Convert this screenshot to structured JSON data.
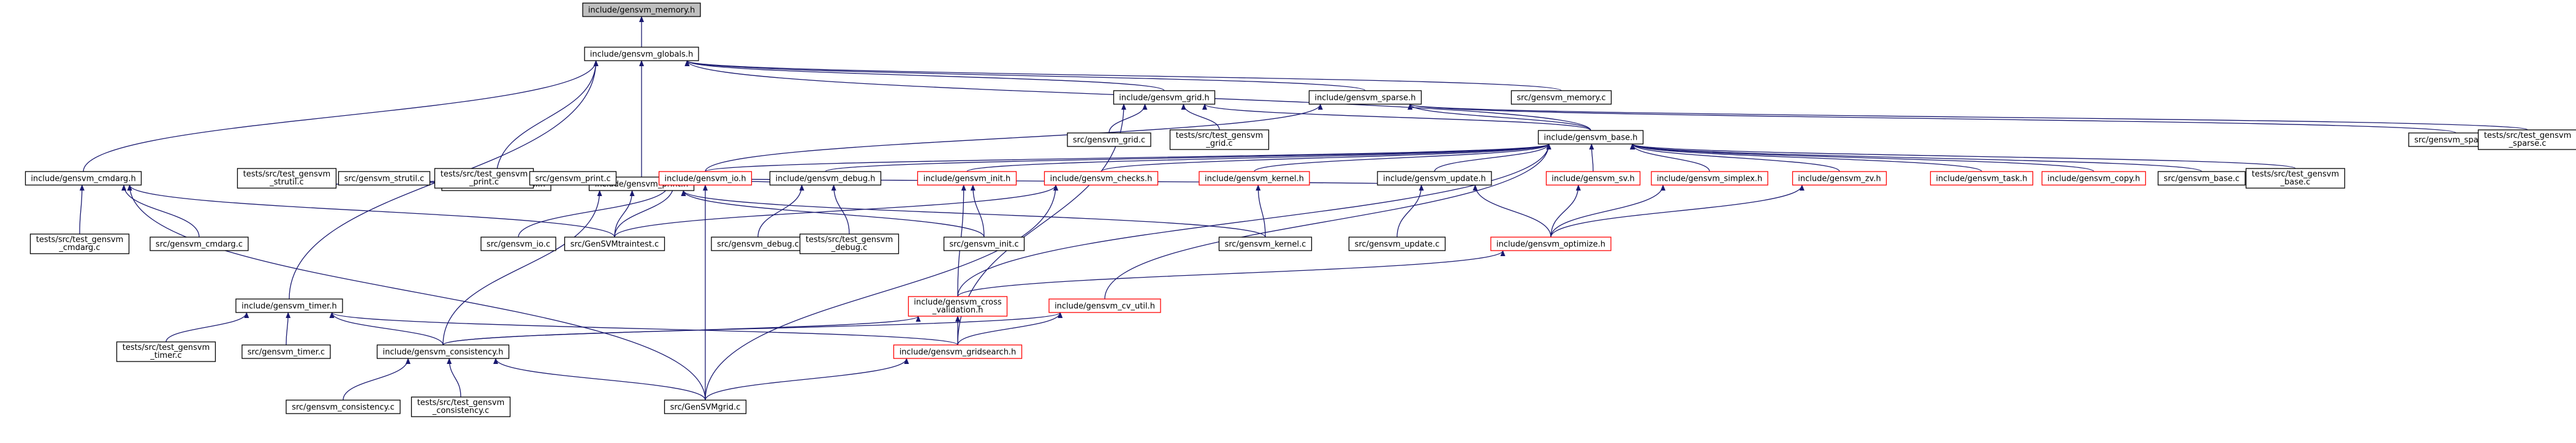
{
  "colors": {
    "edge": "#191970",
    "root_fill": "#bfbfbf",
    "broken_link_border": "#ff0000",
    "node_border": "#000000"
  },
  "nodes": [
    {
      "id": "memory_h",
      "lines": [
        "include/gensvm_memory.h"
      ]
    },
    {
      "id": "globals_h",
      "lines": [
        "include/gensvm_globals.h"
      ]
    },
    {
      "id": "grid_h",
      "lines": [
        "include/gensvm_grid.h"
      ]
    },
    {
      "id": "sparse_h",
      "lines": [
        "include/gensvm_sparse.h"
      ]
    },
    {
      "id": "memory_c",
      "lines": [
        "src/gensvm_memory.c"
      ]
    },
    {
      "id": "strutil_h",
      "lines": [
        "include/gensvm_strutil.h"
      ]
    },
    {
      "id": "print_h",
      "lines": [
        "include/gensvm_print.h"
      ]
    },
    {
      "id": "grid_c",
      "lines": [
        "src/gensvm_grid.c"
      ]
    },
    {
      "id": "test_grid_c",
      "lines": [
        "tests/src/test_gensvm",
        "_grid.c"
      ]
    },
    {
      "id": "base_h",
      "lines": [
        "include/gensvm_base.h"
      ]
    },
    {
      "id": "sparse_c",
      "lines": [
        "src/gensvm_sparse.c"
      ]
    },
    {
      "id": "test_sparse_c",
      "lines": [
        "tests/src/test_gensvm",
        "_sparse.c"
      ]
    },
    {
      "id": "cmdarg_h",
      "lines": [
        "include/gensvm_cmdarg.h"
      ]
    },
    {
      "id": "test_strutil_c",
      "lines": [
        "tests/src/test_gensvm",
        "_strutil.c"
      ]
    },
    {
      "id": "strutil_c",
      "lines": [
        "src/gensvm_strutil.c"
      ]
    },
    {
      "id": "test_print_c",
      "lines": [
        "tests/src/test_gensvm",
        "_print.c"
      ]
    },
    {
      "id": "print_c",
      "lines": [
        "src/gensvm_print.c"
      ]
    },
    {
      "id": "io_h",
      "lines": [
        "include/gensvm_io.h"
      ]
    },
    {
      "id": "debug_h",
      "lines": [
        "include/gensvm_debug.h"
      ]
    },
    {
      "id": "init_h",
      "lines": [
        "include/gensvm_init.h"
      ]
    },
    {
      "id": "checks_h",
      "lines": [
        "include/gensvm_checks.h"
      ]
    },
    {
      "id": "kernel_h",
      "lines": [
        "include/gensvm_kernel.h"
      ]
    },
    {
      "id": "update_h",
      "lines": [
        "include/gensvm_update.h"
      ]
    },
    {
      "id": "sv_h",
      "lines": [
        "include/gensvm_sv.h"
      ]
    },
    {
      "id": "simplex_h",
      "lines": [
        "include/gensvm_simplex.h"
      ]
    },
    {
      "id": "zv_h",
      "lines": [
        "include/gensvm_zv.h"
      ]
    },
    {
      "id": "task_h",
      "lines": [
        "include/gensvm_task.h"
      ]
    },
    {
      "id": "copy_h",
      "lines": [
        "include/gensvm_copy.h"
      ]
    },
    {
      "id": "base_c",
      "lines": [
        "src/gensvm_base.c"
      ]
    },
    {
      "id": "test_base_c",
      "lines": [
        "tests/src/test_gensvm",
        "_base.c"
      ]
    },
    {
      "id": "test_cmdarg_c",
      "lines": [
        "tests/src/test_gensvm",
        "_cmdarg.c"
      ]
    },
    {
      "id": "cmdarg_c",
      "lines": [
        "src/gensvm_cmdarg.c"
      ]
    },
    {
      "id": "io_c",
      "lines": [
        "src/gensvm_io.c"
      ]
    },
    {
      "id": "traintest_c",
      "lines": [
        "src/GenSVMtraintest.c"
      ]
    },
    {
      "id": "debug_c",
      "lines": [
        "src/gensvm_debug.c"
      ]
    },
    {
      "id": "test_debug_c",
      "lines": [
        "tests/src/test_gensvm",
        "_debug.c"
      ]
    },
    {
      "id": "init_c",
      "lines": [
        "src/gensvm_init.c"
      ]
    },
    {
      "id": "kernel_c",
      "lines": [
        "src/gensvm_kernel.c"
      ]
    },
    {
      "id": "update_c",
      "lines": [
        "src/gensvm_update.c"
      ]
    },
    {
      "id": "optimize_h",
      "lines": [
        "include/gensvm_optimize.h"
      ]
    },
    {
      "id": "timer_h",
      "lines": [
        "include/gensvm_timer.h"
      ]
    },
    {
      "id": "cv_h",
      "lines": [
        "include/gensvm_cross",
        "_validation.h"
      ]
    },
    {
      "id": "cvutil_h",
      "lines": [
        "include/gensvm_cv_util.h"
      ]
    },
    {
      "id": "test_timer_c",
      "lines": [
        "tests/src/test_gensvm",
        "_timer.c"
      ]
    },
    {
      "id": "timer_c",
      "lines": [
        "src/gensvm_timer.c"
      ]
    },
    {
      "id": "consistency_h",
      "lines": [
        "include/gensvm_consistency.h"
      ]
    },
    {
      "id": "gridsearch_h",
      "lines": [
        "include/gensvm_gridsearch.h"
      ]
    },
    {
      "id": "consistency_c",
      "lines": [
        "src/gensvm_consistency.c"
      ]
    },
    {
      "id": "test_consistency_c",
      "lines": [
        "tests/src/test_gensvm",
        "_consistency.c"
      ]
    },
    {
      "id": "gengrid_c",
      "lines": [
        "src/GenSVMgrid.c"
      ]
    }
  ]
}
